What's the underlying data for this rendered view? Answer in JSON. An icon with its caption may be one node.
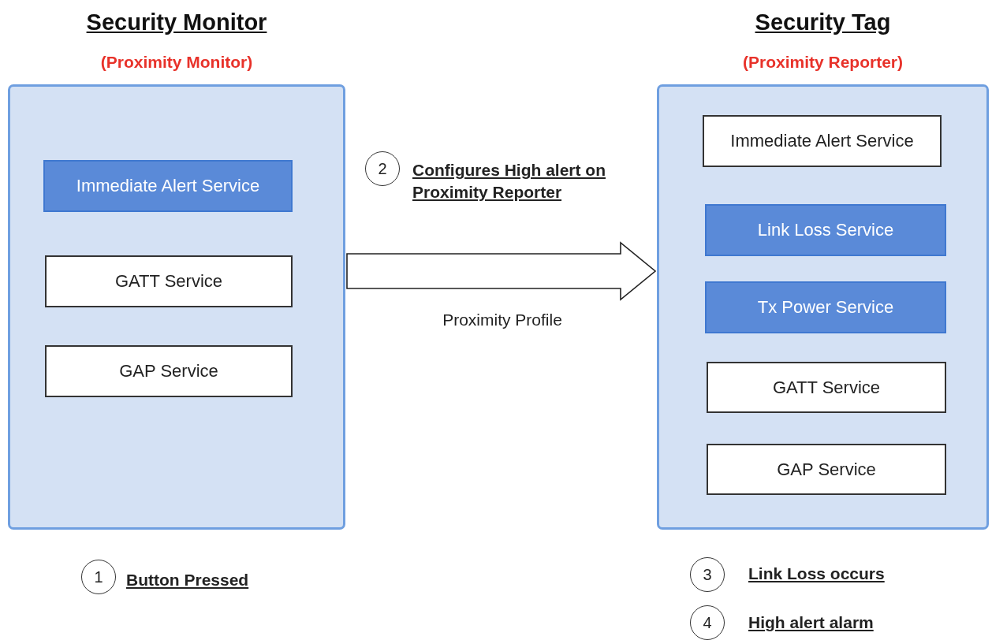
{
  "diagram": {
    "nodes": [
      {
        "text": [
          "Security Monitor",
          "(Proximity Monitor)"
        ]
      },
      {
        "text": [
          "Immediate Alert Service"
        ],
        "in": 0
      },
      {
        "text": [
          "GATT Service"
        ],
        "in": 0
      },
      {
        "text": [
          "GAP Service"
        ],
        "in": 0
      },
      {
        "text": [
          "Security Tag",
          "(Proximity Reporter)"
        ]
      },
      {
        "text": [
          "Immediate Alert Service"
        ],
        "in": 4
      },
      {
        "text": [
          "Link Loss Service"
        ],
        "in": 4
      },
      {
        "text": [
          "Tx Power Service"
        ],
        "in": 4
      },
      {
        "text": [
          "GATT Service"
        ],
        "in": 4
      },
      {
        "text": [
          "GAP Service"
        ],
        "in": 4
      },
      {
        "text": [
          "1"
        ],
        "beside": [
          "Button Pressed"
        ]
      },
      {
        "text": [
          "2"
        ],
        "beside": [
          "Configures High alert on Proximity Reporter"
        ]
      },
      {
        "text": [
          "3"
        ],
        "beside": [
          "Link Loss occurs"
        ]
      },
      {
        "text": [
          "4"
        ],
        "beside": [
          "High alert alarm"
        ]
      }
    ],
    "edges": [
      {
        "from": 0,
        "to": 4,
        "arrow": "to",
        "label": "Proximity Profile"
      }
    ]
  }
}
